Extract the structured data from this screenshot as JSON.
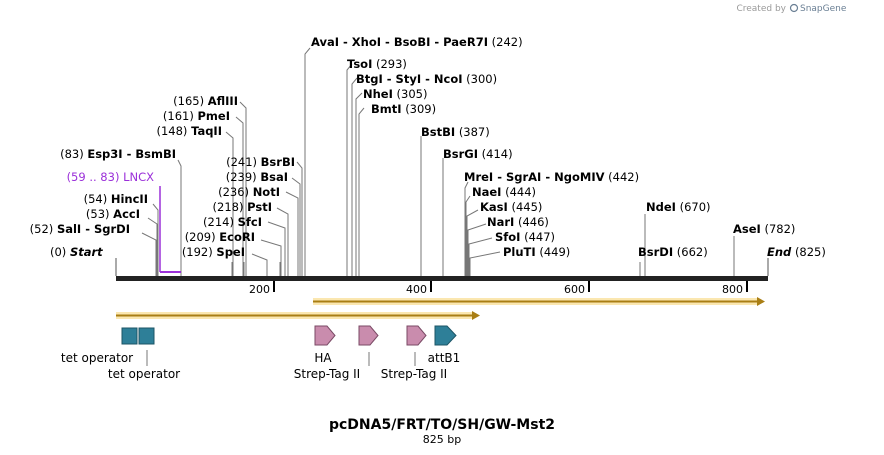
{
  "credit": {
    "text": "Created by",
    "brand": "SnapGene"
  },
  "map": {
    "title": "pcDNA5/FRT/TO/SH/GW-Mst2",
    "length_label": "825 bp",
    "ruler_ticks": [
      "200",
      "400",
      "600",
      "800"
    ],
    "start_label": {
      "pos": "(0)",
      "name": "Start"
    },
    "end_label": {
      "name": "End",
      "pos": "(825)"
    }
  },
  "sites": [
    {
      "name": "AvaI - XhoI - BsoBI - PaeR7I",
      "pos": "(242)"
    },
    {
      "name": "TsoI",
      "pos": "(293)"
    },
    {
      "name": "BtgI - StyI - NcoI",
      "pos": "(300)"
    },
    {
      "name": "NheI",
      "pos": "(305)"
    },
    {
      "name": "BmtI",
      "pos": "(309)"
    },
    {
      "name": "AflIII",
      "pos": "(165)"
    },
    {
      "name": "PmeI",
      "pos": "(161)"
    },
    {
      "name": "TaqII",
      "pos": "(148)"
    },
    {
      "name": "BstBI",
      "pos": "(387)"
    },
    {
      "name": "Esp3I - BsmBI",
      "pos": "(83)"
    },
    {
      "name": "BsrBI",
      "pos": "(241)"
    },
    {
      "name": "BsrGI",
      "pos": "(414)"
    },
    {
      "name": "BsaI",
      "pos": "(239)"
    },
    {
      "name": "NotI",
      "pos": "(236)"
    },
    {
      "name": "MreI - SgrAI - NgoMIV",
      "pos": "(442)"
    },
    {
      "name": "HincII",
      "pos": "(54)"
    },
    {
      "name": "NaeI",
      "pos": "(444)"
    },
    {
      "name": "PstI",
      "pos": "(218)"
    },
    {
      "name": "AccI",
      "pos": "(53)"
    },
    {
      "name": "KasI",
      "pos": "(445)"
    },
    {
      "name": "NdeI",
      "pos": "(670)"
    },
    {
      "name": "SfcI",
      "pos": "(214)"
    },
    {
      "name": "NarI",
      "pos": "(446)"
    },
    {
      "name": "SalI - SgrDI",
      "pos": "(52)"
    },
    {
      "name": "AseI",
      "pos": "(782)"
    },
    {
      "name": "EcoRI",
      "pos": "(209)"
    },
    {
      "name": "SfoI",
      "pos": "(447)"
    },
    {
      "name": "SpeI",
      "pos": "(192)"
    },
    {
      "name": "PluTI",
      "pos": "(449)"
    },
    {
      "name": "BsrDI",
      "pos": "(662)"
    }
  ],
  "primer": {
    "label": "(59 .. 83)  LNCX",
    "color": "#9b30d9"
  },
  "features": [
    {
      "label": "tet operator",
      "color": "#2e7f98"
    },
    {
      "label": "tet operator",
      "color": "#2e7f98"
    },
    {
      "label": "HA",
      "color": "#c98cad"
    },
    {
      "label": "Strep-Tag II",
      "color": "#c98cad"
    },
    {
      "label": "Strep-Tag II",
      "color": "#c98cad"
    },
    {
      "label": "attB1",
      "color": "#2e7f98"
    }
  ],
  "colors": {
    "orf_fill": "#f2c04a",
    "orf_stroke": "#8a6a10",
    "backbone": "#222222"
  }
}
